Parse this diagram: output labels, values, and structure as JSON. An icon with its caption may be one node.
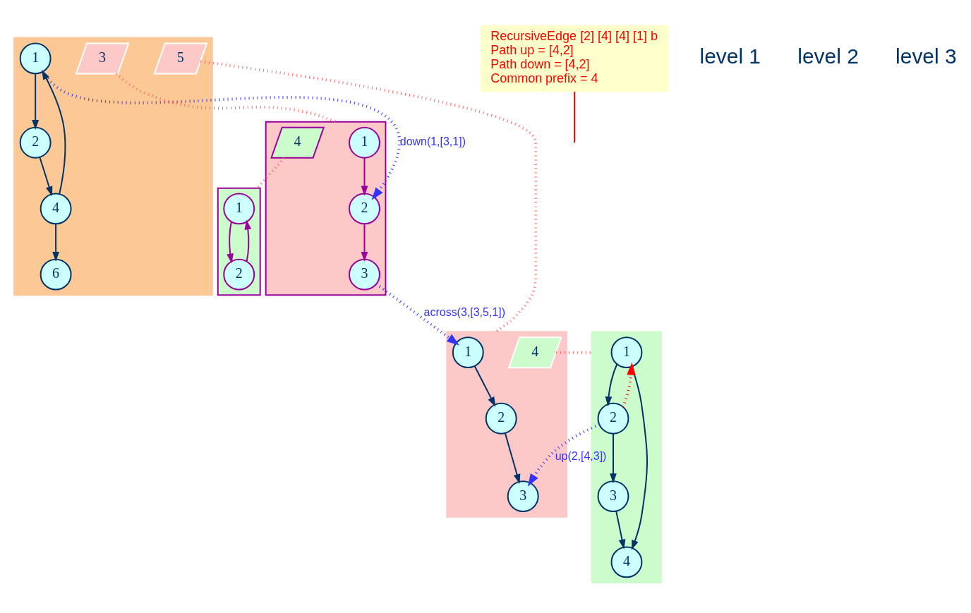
{
  "diagram": {
    "nodes": [
      {
        "text": [],
        "shape": "parallelogram"
      },
      {
        "text": [
          "1"
        ],
        "in": 0
      },
      {
        "text": [
          "2"
        ],
        "in": 0
      },
      {
        "text": [
          "4"
        ],
        "in": 0
      },
      {
        "text": [
          "6"
        ],
        "in": 0
      },
      {
        "text": [
          "3"
        ],
        "in": 0
      },
      {
        "text": [
          "5"
        ],
        "in": 0
      },
      {
        "text": [],
        "shape": "parallelogram"
      },
      {
        "text": [
          "1"
        ],
        "in": 7
      },
      {
        "text": [
          "2"
        ],
        "in": 7
      },
      {
        "text": [
          "3"
        ],
        "in": 7
      },
      {
        "text": [
          "4"
        ],
        "in": 7
      },
      {
        "text": [],
        "shape": "parallelogram"
      },
      {
        "text": [
          "1"
        ],
        "in": 12
      },
      {
        "text": [
          "2"
        ],
        "in": 12
      },
      {
        "text": [],
        "shape": "parallelogram"
      },
      {
        "text": [
          "1"
        ],
        "in": 15
      },
      {
        "text": [
          "2"
        ],
        "in": 15
      },
      {
        "text": [
          "3"
        ],
        "in": 15
      },
      {
        "text": [
          "4"
        ],
        "in": 15
      },
      {
        "text": [],
        "shape": "parallelogram"
      },
      {
        "text": [
          "1"
        ],
        "in": 20
      },
      {
        "text": [
          "2"
        ],
        "in": 20
      },
      {
        "text": [
          "3"
        ],
        "in": 20
      },
      {
        "text": [
          "4"
        ],
        "in": 20
      },
      {
        "text": [
          "RecursiveEdge [2] [4] [4] [1] b",
          "Path up = [4,2]",
          "Path down = [4,2]",
          "Common prefix = 4"
        ]
      }
    ],
    "edges": [
      {
        "from": 1,
        "to": 2,
        "arrow": "to"
      },
      {
        "from": 2,
        "to": 3,
        "arrow": "to"
      },
      {
        "from": 3,
        "to": 1,
        "arrow": "to"
      },
      {
        "from": 3,
        "to": 4,
        "arrow": "to"
      },
      {
        "from": 1,
        "to": 9,
        "arrow": "to",
        "label": "down(1,[3,1])",
        "style": "dashed",
        "color": "#3333ff"
      },
      {
        "from": 10,
        "to": 16,
        "arrow": "to",
        "label": "across(3,[3,5,1])",
        "style": "dashed",
        "color": "#3333ff"
      },
      {
        "from": 8,
        "to": 9,
        "arrow": "to",
        "color": "#990099"
      },
      {
        "from": 9,
        "to": 10,
        "arrow": "to",
        "color": "#990099"
      },
      {
        "from": 13,
        "to": 14,
        "arrow": "to",
        "color": "#990099"
      },
      {
        "from": 14,
        "to": 13,
        "arrow": "to",
        "color": "#990099"
      },
      {
        "from": 16,
        "to": 17,
        "arrow": "to"
      },
      {
        "from": 17,
        "to": 18,
        "arrow": "to"
      },
      {
        "from": 22,
        "to": 18,
        "arrow": "to",
        "label": "up(2,[4,3])",
        "style": "dashed",
        "color": "#3333ff"
      },
      {
        "from": 22,
        "to": 21,
        "arrow": "to",
        "style": "dashed",
        "color": "#ff0000"
      },
      {
        "from": 25,
        "to": null,
        "arrow": "none",
        "color": "#ff0000"
      },
      {
        "from": 21,
        "to": 22,
        "arrow": "to"
      },
      {
        "from": 21,
        "to": 24,
        "arrow": "to"
      },
      {
        "from": 22,
        "to": 23,
        "arrow": "to"
      },
      {
        "from": 23,
        "to": 24,
        "arrow": "to"
      },
      {
        "from": 5,
        "to": 7,
        "arrow": "none",
        "style": "dashed",
        "color": "#ff6666"
      },
      {
        "from": 11,
        "to": 12,
        "arrow": "none",
        "style": "dashed",
        "color": "#ff6666"
      },
      {
        "from": 6,
        "to": 15,
        "arrow": "none",
        "style": "dashed",
        "color": "#ff6666"
      },
      {
        "from": 19,
        "to": 20,
        "arrow": "none",
        "style": "dashed",
        "color": "#ff6666"
      }
    ],
    "labels": [
      "level 1",
      "level 2",
      "level 3"
    ]
  }
}
